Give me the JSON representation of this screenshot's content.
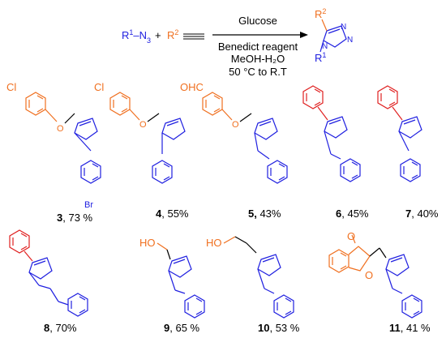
{
  "colors": {
    "orange": "#F07020",
    "blue": "#2020E0",
    "red": "#E02020",
    "black": "#000000"
  },
  "scheme": {
    "reactant_azide_r": "R",
    "reactant_azide_sup": "1",
    "reactant_azide_n": "–N",
    "reactant_azide_sub": "3",
    "plus": "+",
    "reactant_alkyne_r": "R",
    "reactant_alkyne_sup": "2",
    "conditions": [
      "Glucose",
      "Benedict reagent",
      "MeOH-H₂O",
      "50 °C to R.T"
    ],
    "product_r2": "R",
    "product_r2_sup": "2",
    "product_r1": "R",
    "product_r1_sup": "1",
    "n_label": "N"
  },
  "compounds": [
    {
      "number": "3",
      "yield": ", 73 %",
      "substituent": "Br",
      "aryl_sub": "Cl"
    },
    {
      "number": "4",
      "yield": ", 55%",
      "aryl_sub": "Cl"
    },
    {
      "number": "5,",
      "yield": " 43%",
      "aryl_sub": "OHC"
    },
    {
      "number": "6",
      "yield": ", 45%"
    },
    {
      "number": "7",
      "yield": ", 40%"
    },
    {
      "number": "8",
      "yield": ", 70%"
    },
    {
      "number": "9",
      "yield": ", 65 %",
      "group": "HO"
    },
    {
      "number": "10",
      "yield": ", 53 %",
      "group": "HO"
    },
    {
      "number": "11",
      "yield": ", 41 %",
      "group_o1": "O",
      "group_o2": "O"
    }
  ]
}
